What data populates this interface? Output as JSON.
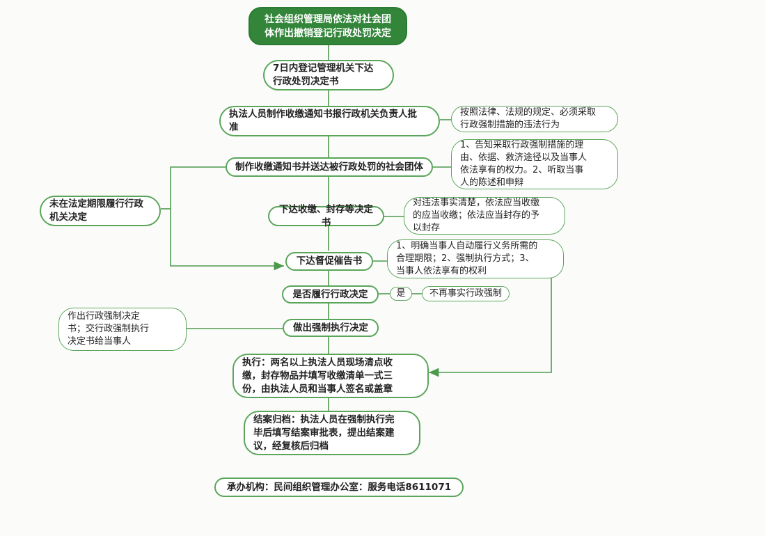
{
  "title_box": "社会组织管理局依法对社会团\n体作出撤销登记行政处罚决定",
  "steps": [
    "7日内登记管理机关下达\n行政处罚决定书",
    "执法人员制作收缴通知书报行政机关负责人批\n准",
    "制作收缴通知书并送达被行政处罚的社会团体",
    "下达收缴、封存等决定书",
    "下达督促催告书",
    "是否履行行政决定",
    "做出强制执行决定",
    "执行：两名以上执法人员现场清点收\n缴，封存物品并填写收缴清单一式三\n份，由执法人员和当事人签名或盖章",
    "结案归档：执法人员在强制执行完\n毕后填写结案审批表，提出结案建\n议，经复核后归档"
  ],
  "notes": [
    "按照法律、法规的规定、必须采取\n行政强制措施的违法行为",
    "1、告知采取行政强制措施的理\n由、依据、救济途径以及当事人\n依法享有的权力。2、听取当事\n人的陈述和申辩",
    "对违法事实清楚，依法应当收缴\n的应当收缴；依法应当封存的予\n以封存",
    "1、明确当事人自动履行义务所需的\n合理期限；2、强制执行方式；3、\n当事人依法享有的权利"
  ],
  "side_left": "未在法定期限履行行政\n机关决定",
  "side_left2": "作出行政强制决定\n书；交行政强制执行\n决定书给当事人",
  "yes_label": "是",
  "yes_result": "不再事实行政强制",
  "footer": "承办机构：民间组织管理办公室：服务电话8611071",
  "colors": {
    "green": "#33853a",
    "border": "#5aa55a",
    "line": "#4c9a4c"
  }
}
